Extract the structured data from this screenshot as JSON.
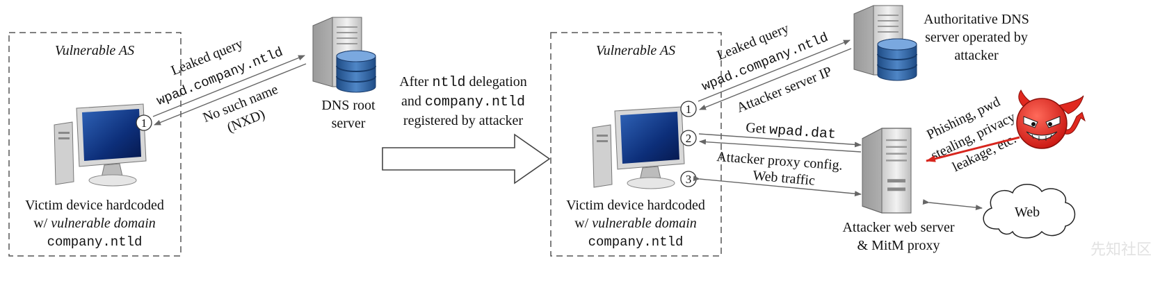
{
  "left_panel": {
    "box_title": "Vulnerable AS",
    "victim_caption_line1": "Victim device hardcoded",
    "victim_caption_prefix": "w/ ",
    "victim_caption_italic": "vulnerable domain",
    "victim_domain": "company.ntld",
    "step1": "1",
    "leaked_query_label": "Leaked query",
    "leaked_query_domain": "wpad.company.ntld",
    "nxd_line1": "No such name",
    "nxd_line2": "(NXD)",
    "dns_root_line1": "DNS root",
    "dns_root_line2": "server"
  },
  "transition": {
    "line1_prefix": "After ",
    "line1_mono": "ntld",
    "line1_suffix": " delegation",
    "line2_prefix": "and ",
    "line2_mono": "company.ntld",
    "line3": "registered by attacker"
  },
  "right_panel": {
    "box_title": "Vulnerable AS",
    "victim_caption_line1": "Victim device hardcoded",
    "victim_caption_prefix": "w/ ",
    "victim_caption_italic": "vulnerable domain",
    "victim_domain": "company.ntld",
    "step1": "1",
    "step2": "2",
    "step3": "3",
    "leaked_query_label": "Leaked query",
    "leaked_query_domain": "wpad.company.ntld",
    "attacker_ip_label": "Attacker server IP",
    "auth_dns_line1": "Authoritative DNS",
    "auth_dns_line2": "server operated by",
    "auth_dns_line3": "attacker",
    "get_prefix": "Get ",
    "get_mono": "wpad.dat",
    "proxy_config": "Attacker proxy config.",
    "web_traffic": "Web traffic",
    "attack_line1": "Phishing, pwd",
    "attack_line2": "stealing, privacy",
    "attack_line3": "leakage, etc.",
    "web_cloud": "Web",
    "attacker_server_line1": "Attacker web server",
    "attacker_server_line2": "& MitM proxy"
  },
  "watermark": "先知社区",
  "colors": {
    "red_arrow": "#d7261e",
    "devil": "#e0281f",
    "db_blue": "#2e5d96"
  }
}
